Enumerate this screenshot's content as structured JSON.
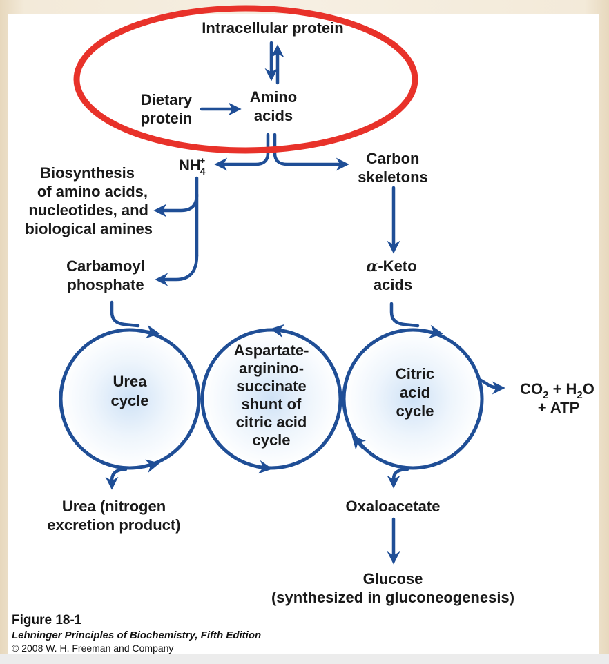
{
  "diagram": {
    "nodes": {
      "intracellular_protein": "Intracellular protein",
      "dietary_protein": [
        "Dietary",
        "protein"
      ],
      "amino_acids": [
        "Amino",
        "acids"
      ],
      "nh4": "NH",
      "nh4_sub": "4",
      "nh4_sup": "+",
      "carbon_skeletons": [
        "Carbon",
        "skeletons"
      ],
      "biosynthesis": [
        "Biosynthesis",
        "of amino acids,",
        "nucleotides, and",
        "biological amines"
      ],
      "carbamoyl_phosphate": [
        "Carbamoyl",
        "phosphate"
      ],
      "alpha_keto_acids_symbol": "α",
      "alpha_keto_acids": [
        "-Keto",
        "acids"
      ],
      "urea_cycle": [
        "Urea",
        "cycle"
      ],
      "shunt": [
        "Aspartate-",
        "arginino-",
        "succinate",
        "shunt of",
        "citric acid",
        "cycle"
      ],
      "citric_acid_cycle": [
        "Citric",
        "acid",
        "cycle"
      ],
      "co2_h2o": [
        "CO",
        "2",
        " + H",
        "2",
        "O"
      ],
      "atp": "+ ATP",
      "urea_product": [
        "Urea (nitrogen",
        "excretion product)"
      ],
      "oxaloacetate": "Oxaloacetate",
      "glucose": [
        "Glucose",
        "(synthesized in gluconeogenesis)"
      ]
    },
    "highlight_color": "#e8322a",
    "arrow_color": "#1f4e96"
  },
  "caption": {
    "figure": "Figure 18-1",
    "book": "Lehninger Principles of Biochemistry, Fifth Edition",
    "copyright": "© 2008 W. H. Freeman and Company"
  }
}
